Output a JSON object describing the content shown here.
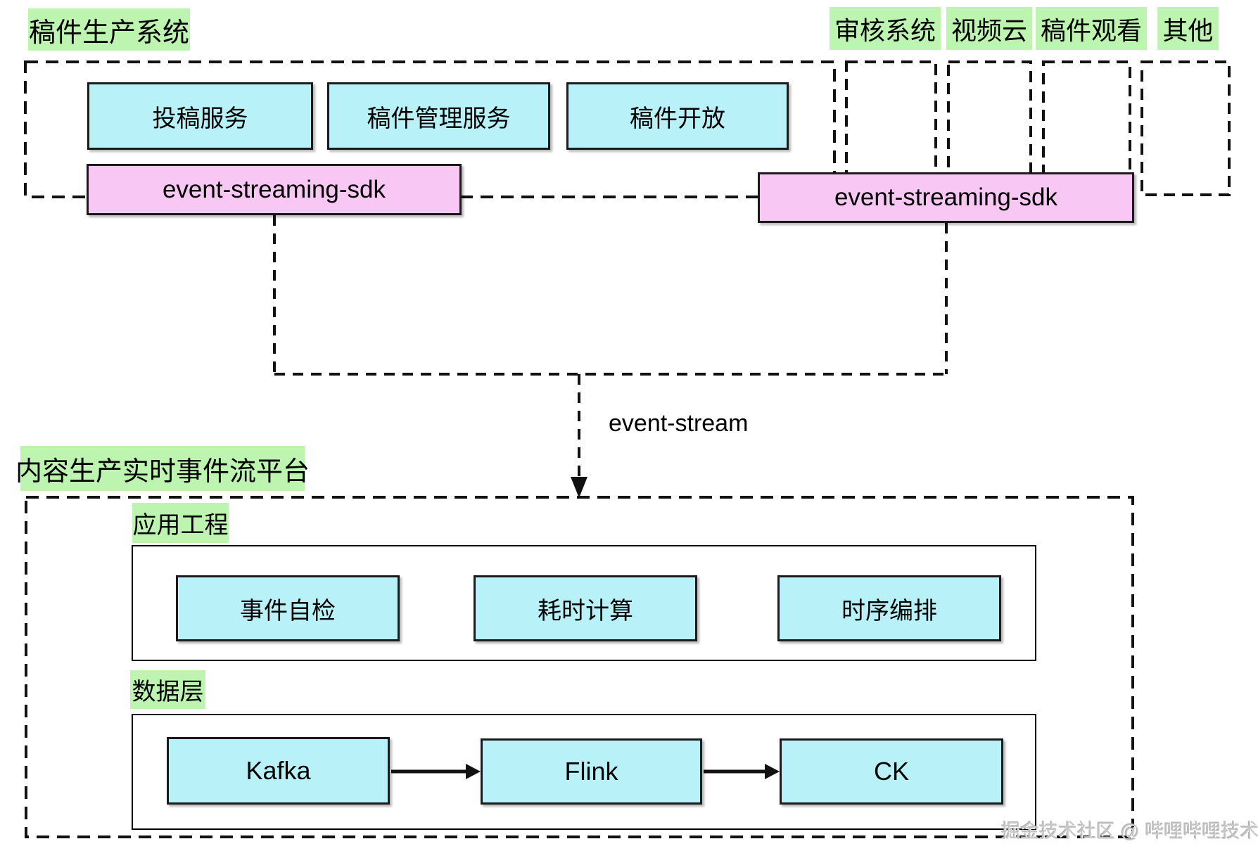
{
  "diagram": {
    "producer_system": {
      "label": "稿件生产系统",
      "services": [
        "投稿服务",
        "稿件管理服务",
        "稿件开放"
      ],
      "sdk_label": "event-streaming-sdk"
    },
    "consumer_systems": {
      "audit": "审核系统",
      "video_cloud": "视频云",
      "viewing": "稿件观看",
      "other": "其他",
      "sdk_label": "event-streaming-sdk"
    },
    "stream_arrow_label": "event-stream",
    "platform": {
      "label": "内容生产实时事件流平台",
      "app_layer": {
        "label": "应用工程",
        "modules": [
          "事件自检",
          "耗时计算",
          "时序编排"
        ]
      },
      "data_layer": {
        "label": "数据层",
        "components": [
          "Kafka",
          "Flink",
          "CK"
        ]
      }
    },
    "watermark": "掘金技术社区 @ 哔哩哔哩技术",
    "colors": {
      "label_green": "#bdf5b0",
      "service_cyan": "#b8f1f8",
      "sdk_pink": "#f9c7f4",
      "line_black": "#111111"
    }
  }
}
